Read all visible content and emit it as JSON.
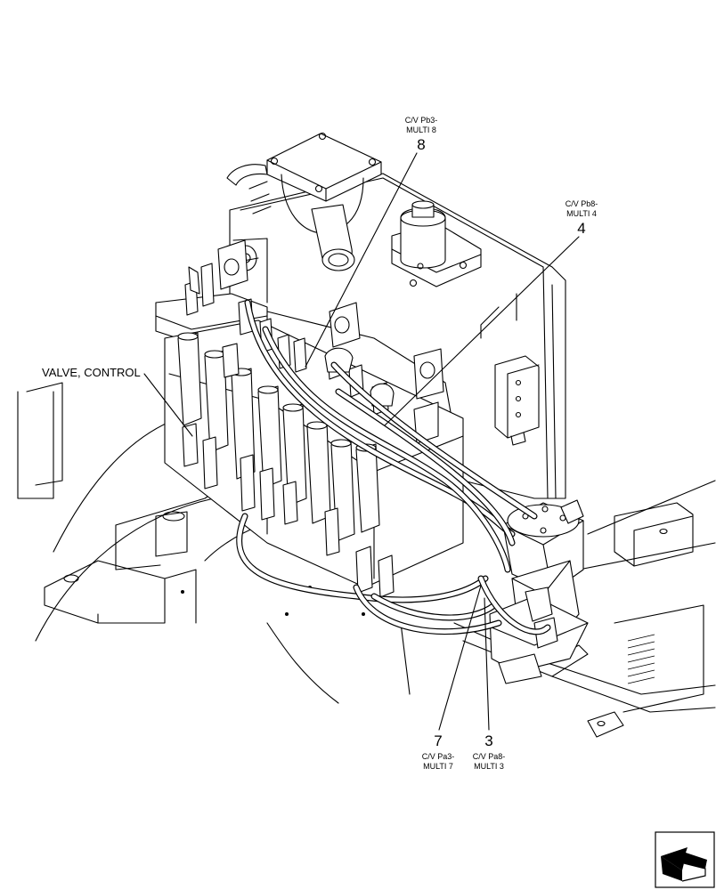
{
  "diagram": {
    "main_label": "VALVE, CONTROL",
    "callouts": [
      {
        "id": "8",
        "number": "8",
        "line1": "C/V Pb3-",
        "line2": "MULTI 8"
      },
      {
        "id": "4",
        "number": "4",
        "line1": "C/V Pb8-",
        "line2": "MULTI 4"
      },
      {
        "id": "7",
        "number": "7",
        "line1": "C/V Pa3-",
        "line2": "MULTI 7"
      },
      {
        "id": "3",
        "number": "3",
        "line1": "C/V Pa8-",
        "line2": "MULTI 3"
      }
    ],
    "nav_icon": "next-page-arrow-icon"
  }
}
